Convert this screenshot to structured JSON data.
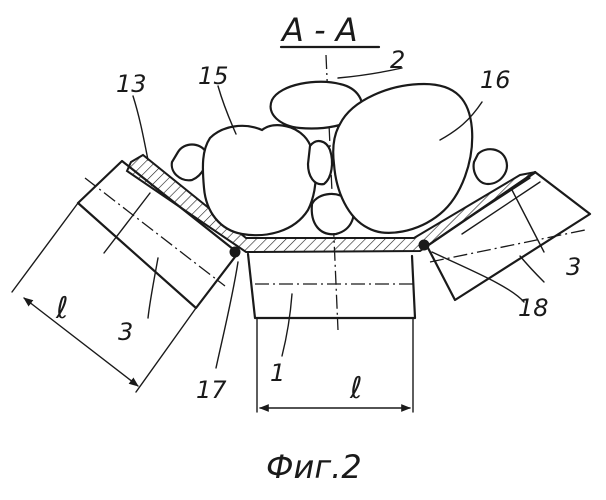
{
  "figure": {
    "section_title": "A - A",
    "caption": "Фиг.2",
    "labels": {
      "l1": "1",
      "l2": "2",
      "l3_left": "3",
      "l3_right": "3",
      "l13": "13",
      "l15": "15",
      "l16": "16",
      "l17": "17",
      "l18": "18",
      "len_left": "ℓ",
      "len_bottom": "ℓ"
    }
  }
}
